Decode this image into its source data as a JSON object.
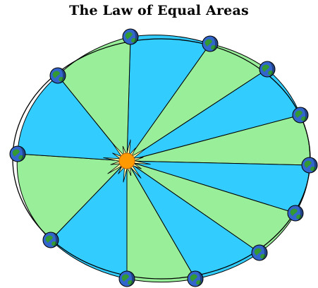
{
  "title": "The Law of Equal Areas",
  "colors": {
    "sector_a": "#33ccff",
    "sector_b": "#99ee99",
    "outline": "#000000",
    "sun_flare": "#ffffaa",
    "sun_core": "#ff9900",
    "planet_ocean": "#3366cc",
    "planet_land": "#339933"
  },
  "sun": {
    "icon": "sun-icon"
  },
  "planets": {
    "icon": "planet-icon",
    "count": 12
  },
  "sectors": [
    {
      "name": "sector-1",
      "color": "blue"
    },
    {
      "name": "sector-2",
      "color": "green"
    },
    {
      "name": "sector-3",
      "color": "blue"
    },
    {
      "name": "sector-4",
      "color": "green"
    },
    {
      "name": "sector-5",
      "color": "blue"
    },
    {
      "name": "sector-6",
      "color": "green"
    },
    {
      "name": "sector-7",
      "color": "blue"
    },
    {
      "name": "sector-8",
      "color": "green"
    },
    {
      "name": "sector-9",
      "color": "blue"
    },
    {
      "name": "sector-10",
      "color": "green"
    },
    {
      "name": "sector-11",
      "color": "blue"
    },
    {
      "name": "sector-12",
      "color": "green"
    }
  ]
}
